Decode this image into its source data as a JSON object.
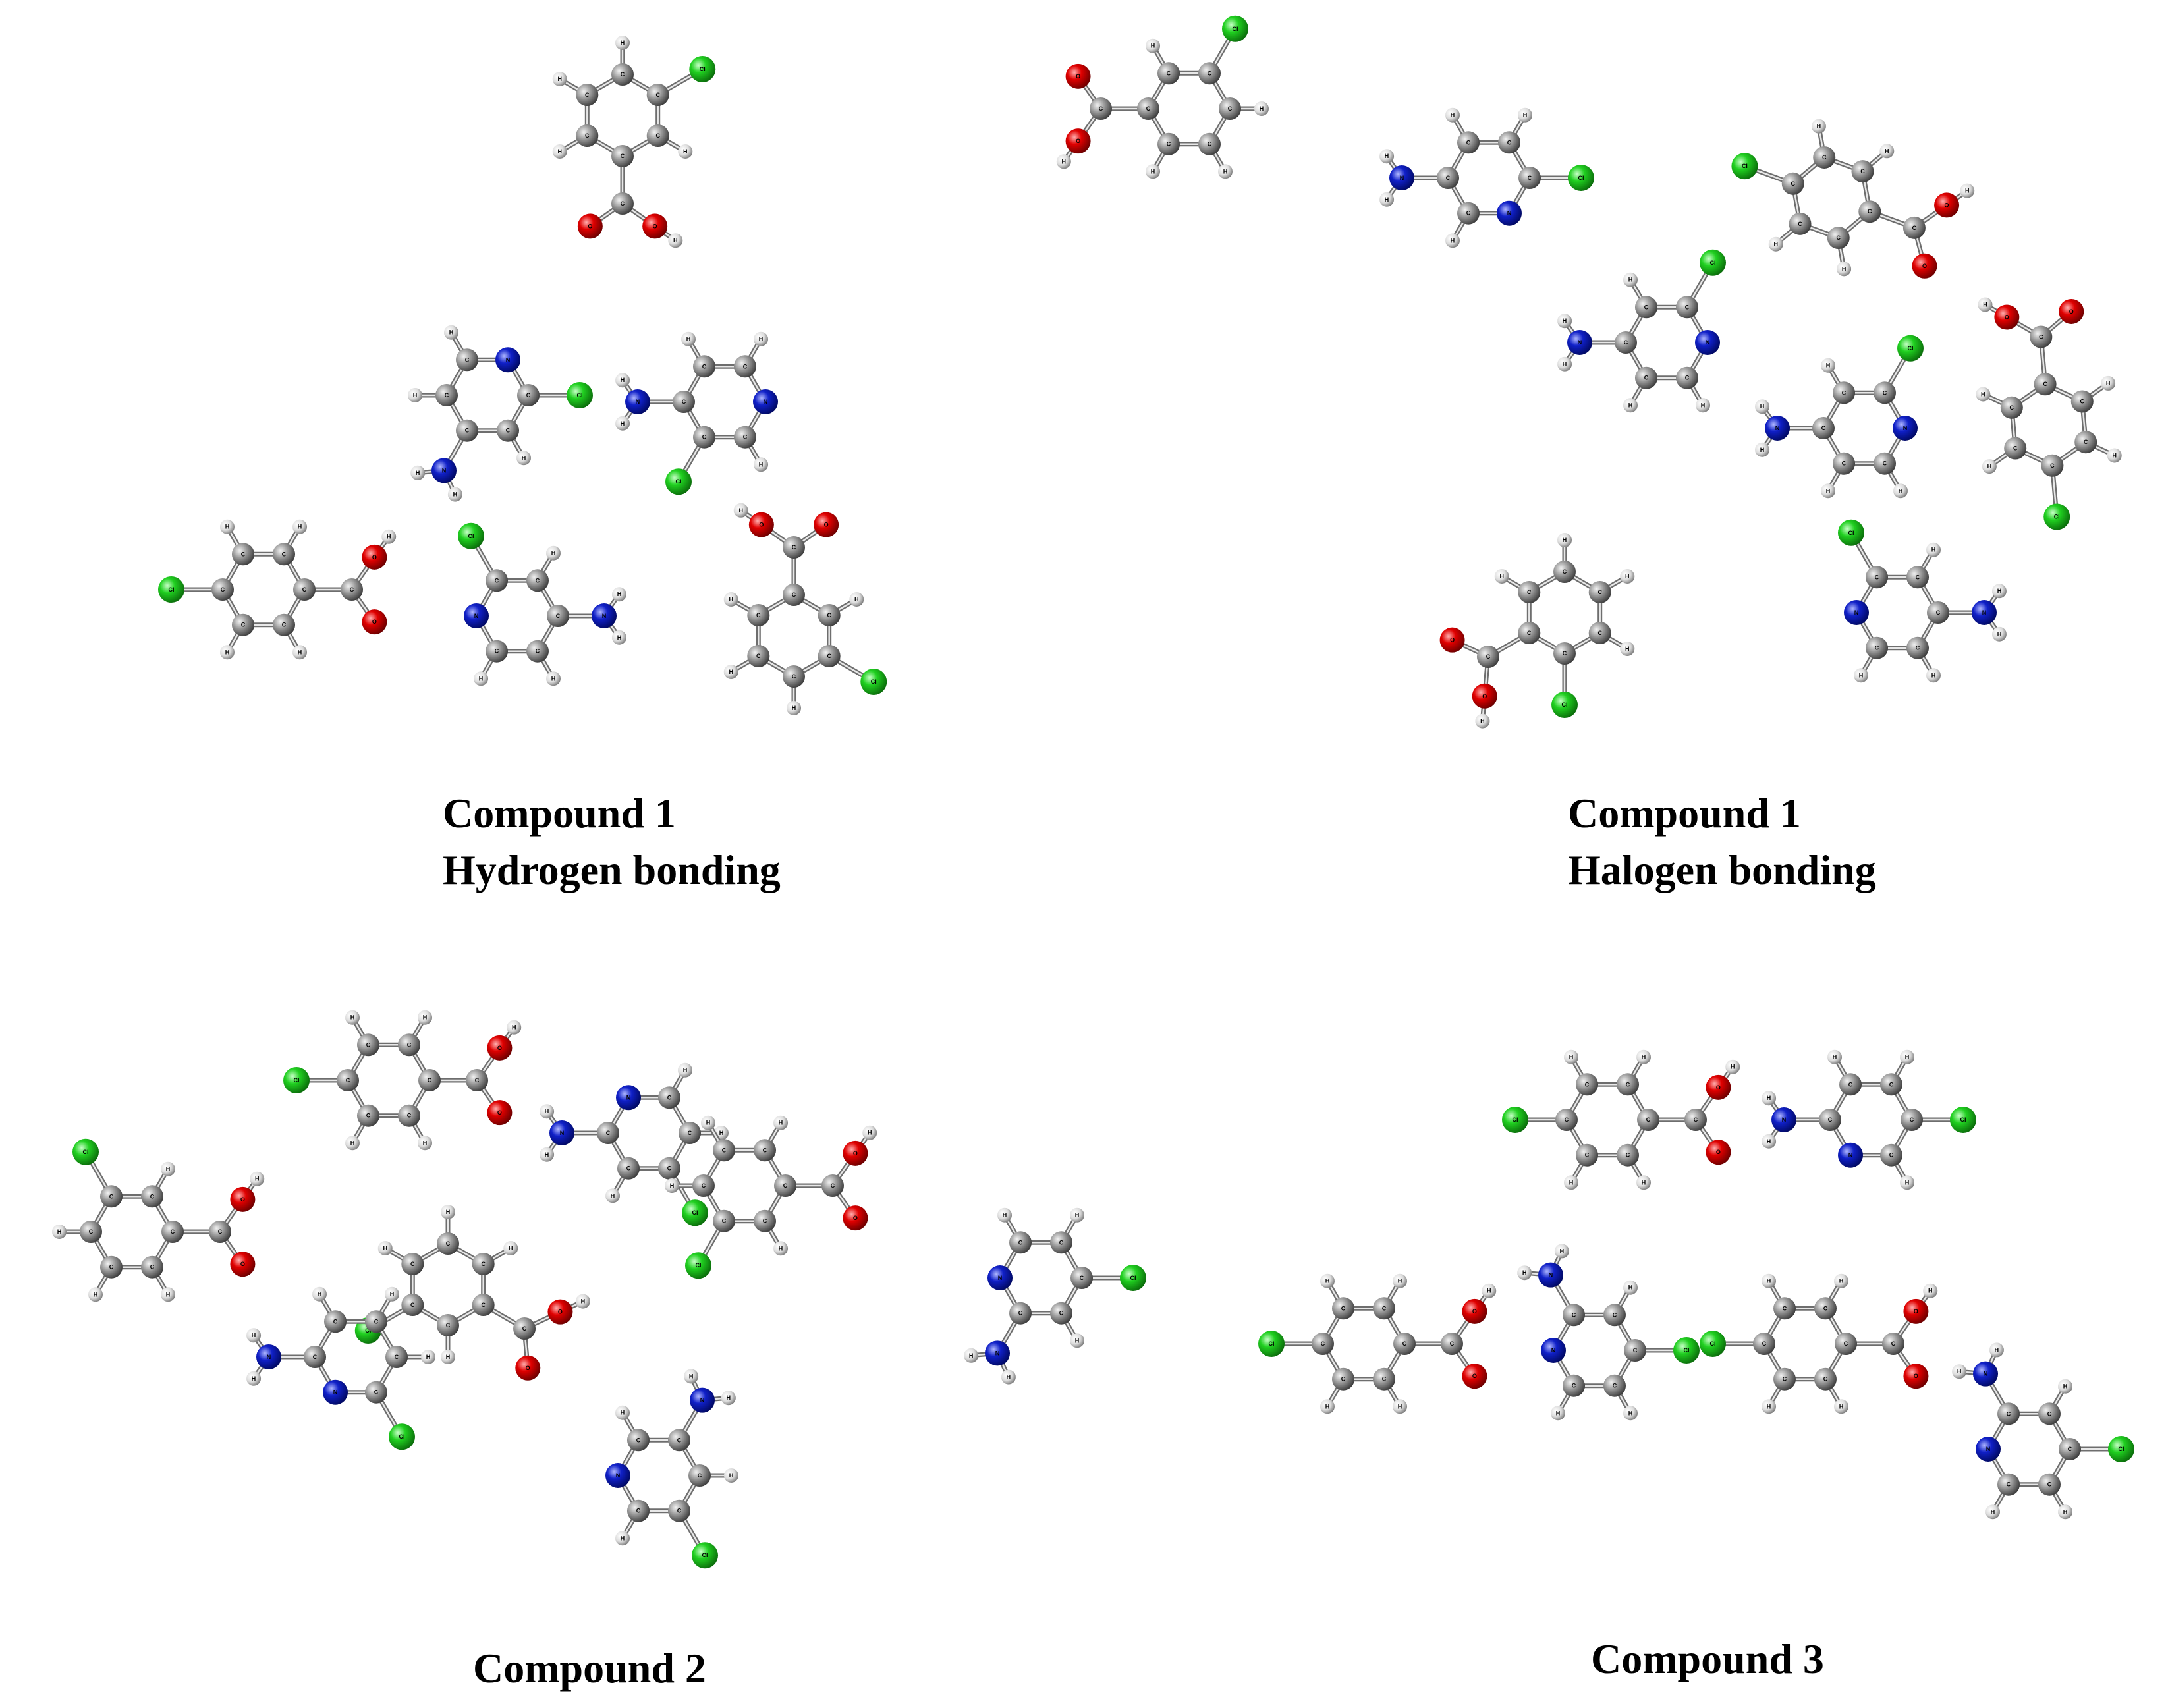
{
  "panels": [
    {
      "id": "p1",
      "title": "Compound 1",
      "subtitle": "Hydrogen bonding"
    },
    {
      "id": "p2",
      "title": "Compound 1",
      "subtitle": "Halogen bonding"
    },
    {
      "id": "p3",
      "title": "Compound 2",
      "subtitle": ""
    },
    {
      "id": "p4",
      "title": "Compound 3",
      "subtitle": ""
    }
  ],
  "element_labels": {
    "carbon": "C",
    "hydrogen": "H",
    "oxygen": "O",
    "nitrogen": "N",
    "chlorine": "Cl"
  },
  "element_colors": {
    "carbon": "#8c8c8c",
    "hydrogen": "#e6e6e6",
    "oxygen": "#e00000",
    "nitrogen": "#1020c8",
    "chlorine": "#20d020"
  },
  "molecule_types": [
    "3-chlorobenzoic-acid",
    "4-chlorobenzoic-acid",
    "aminochloropyridine"
  ]
}
